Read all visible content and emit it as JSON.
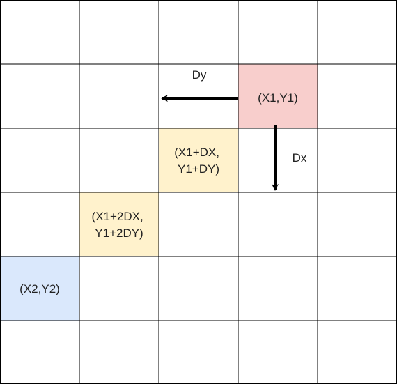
{
  "grid": {
    "rows": 6,
    "cols": 5,
    "line_color": "#000000"
  },
  "cells": {
    "start": {
      "lines": [
        "(X1,Y1)"
      ],
      "fill": "#f8cecc",
      "row": 1,
      "col": 3
    },
    "step1": {
      "lines": [
        "(X1+DX,",
        "Y1+DY)"
      ],
      "fill": "#fff2cc",
      "row": 2,
      "col": 2
    },
    "step2": {
      "lines": [
        "(X1+2DX,",
        "Y1+2DY)"
      ],
      "fill": "#fff2cc",
      "row": 3,
      "col": 1
    },
    "end": {
      "lines": [
        "(X2,Y2)"
      ],
      "fill": "#dae8fc",
      "row": 4,
      "col": 0
    }
  },
  "arrows": {
    "dy": {
      "label": "Dy",
      "direction": "left"
    },
    "dx": {
      "label": "Dx",
      "direction": "down"
    }
  }
}
